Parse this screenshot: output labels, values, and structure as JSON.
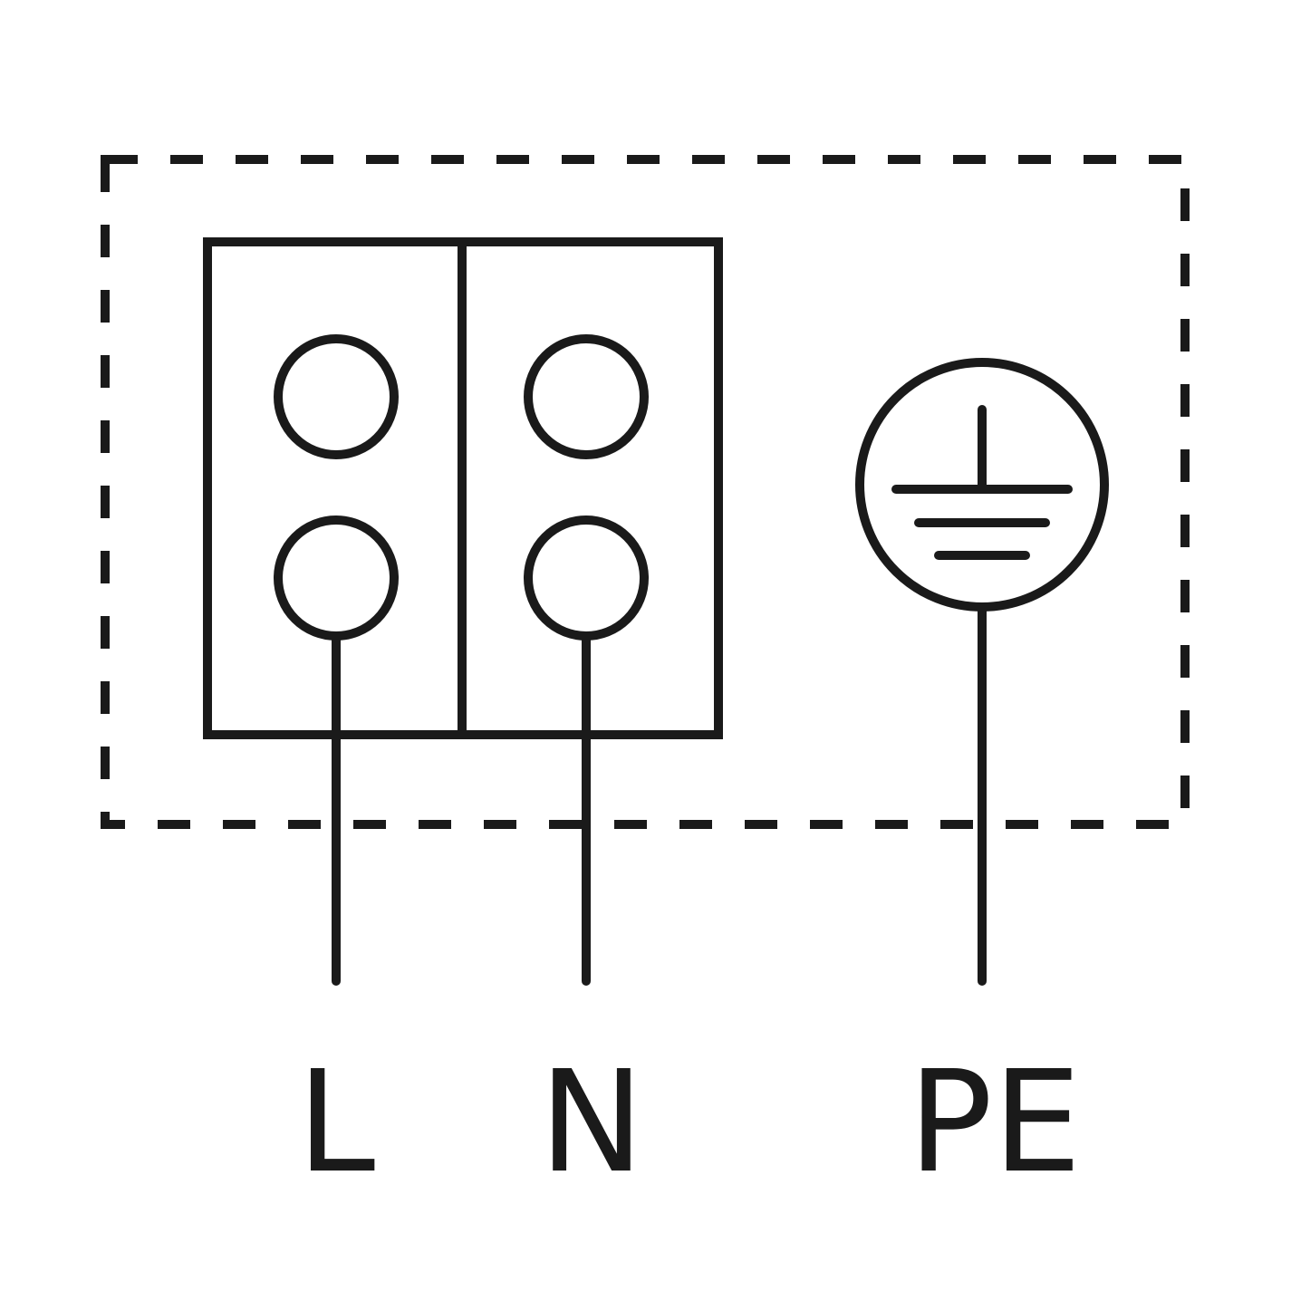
{
  "diagram": {
    "labels": {
      "line": "L",
      "neutral": "N",
      "protective_earth": "PE"
    },
    "stroke_color": "#1a1a1a",
    "background_color": "#ffffff"
  }
}
